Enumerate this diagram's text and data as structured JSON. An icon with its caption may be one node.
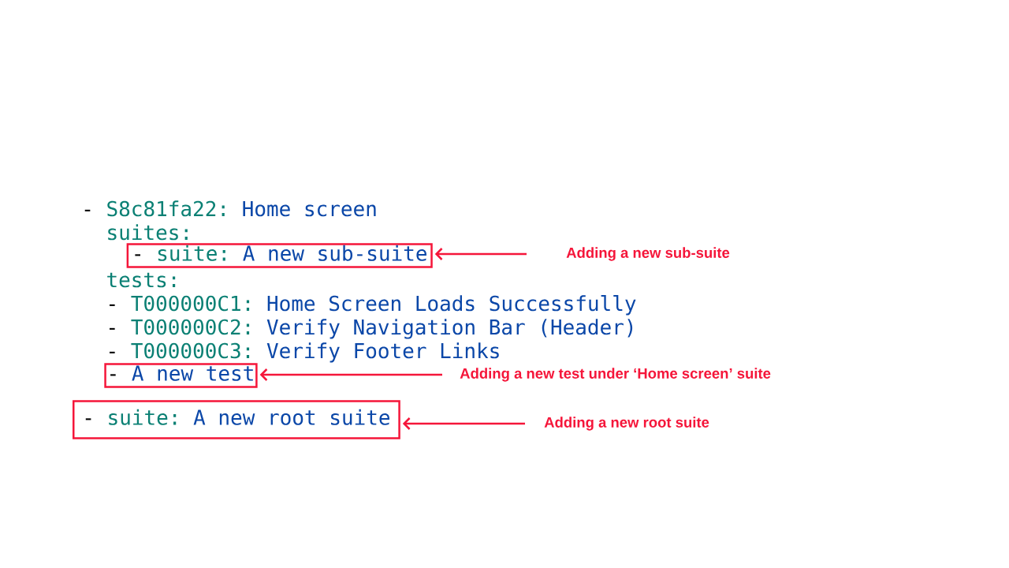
{
  "diagram": {
    "nodes": [
      {
        "text": [
          "-",
          "suite:",
          "A new sub-suite"
        ]
      },
      {
        "text": [
          "-",
          "A new test"
        ]
      },
      {
        "text": [
          "-",
          "suite:",
          "A new root suite"
        ]
      },
      {
        "text": [
          "Adding a new sub-suite"
        ]
      },
      {
        "text": [
          "Adding a new test under ‘Home screen’ suite"
        ]
      },
      {
        "text": [
          "Adding a new root suite"
        ]
      }
    ],
    "edges": [
      {
        "from": 3,
        "to": 0,
        "arrow": "to"
      },
      {
        "from": 4,
        "to": 1,
        "arrow": "to"
      },
      {
        "from": 5,
        "to": 2,
        "arrow": "to"
      }
    ],
    "labels": [
      "-",
      "S8c81fa22:",
      "Home screen",
      "suites:",
      "tests:",
      "-",
      "T000000C1:",
      "Home Screen Loads Successfully",
      "-",
      "T000000C2:",
      "Verify Navigation Bar (Header)",
      "-",
      "T000000C3:",
      "Verify Footer Links"
    ]
  }
}
